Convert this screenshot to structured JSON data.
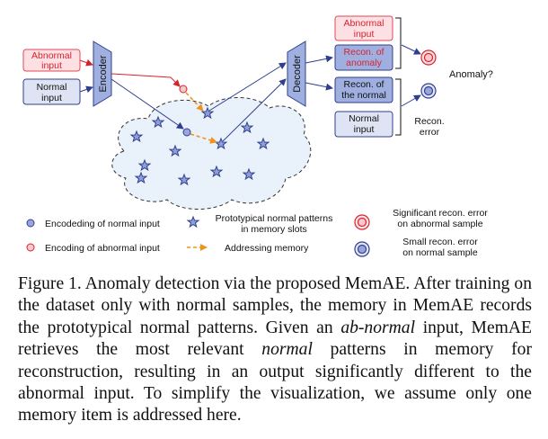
{
  "colors": {
    "abnormal_fill": "#fde0e3",
    "abnormal_stroke": "#e04a55",
    "abnormal_text": "#d8222e",
    "normal_fill": "#dfe4f4",
    "normal_stroke": "#2f3f8e",
    "trapezoid_fill": "#9fb0e0",
    "memory_fill": "#e9f1fa",
    "star_fill": "#8f9ed8",
    "address_arrow": "#f0931e",
    "normal_dot": "#9aa6db",
    "abnormal_dot": "#f6c9cc"
  },
  "diagram": {
    "abnormal_input": [
      "Abnormal",
      "input"
    ],
    "normal_input": [
      "Normal",
      "input"
    ],
    "encoder": "Encoder",
    "decoder": "Decoder",
    "out_abnormal_input": [
      "Abnormal",
      "input"
    ],
    "recon_anomaly": [
      "Recon. of",
      "anomaly"
    ],
    "recon_normal": [
      "Recon. of",
      "the normal"
    ],
    "out_normal_input": [
      "Normal",
      "input"
    ],
    "anomaly_q": "Anomaly?",
    "recon_error": [
      "Recon.",
      "error"
    ]
  },
  "legend": {
    "normal_encoding": "Encodeding of normal input",
    "abnormal_encoding": "Encoding of abnormal input",
    "prototypes": [
      "Prototypical normal patterns",
      "in memory slots"
    ],
    "addressing": "Addressing memory",
    "significant": [
      "Significant recon. error",
      "on abnormal sample"
    ],
    "small": [
      "Small recon. error",
      "on normal sample"
    ]
  },
  "caption": {
    "t1": "Figure 1. Anomaly detection via the proposed MemAE. After training on the dataset only with normal samples, the memory in MemAE records the prototypical normal patterns. Given an ",
    "e1": "ab-normal",
    "t2": " input, MemAE retrieves the most relevant ",
    "e2": "normal",
    "t3": " patterns in memory for reconstruction, resulting in an output significantly different to the abnormal input. To simplify the visualization, we assume only one memory item is addressed here."
  }
}
